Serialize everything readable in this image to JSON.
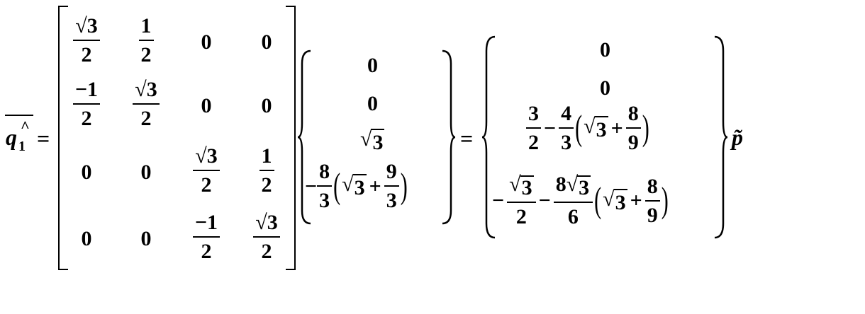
{
  "lhs": {
    "symbol": "q",
    "subscript": "1",
    "superscript": "^"
  },
  "equals": "=",
  "matrix": {
    "rows": [
      [
        {
          "type": "frac",
          "num": "√3",
          "den": "2"
        },
        {
          "type": "frac",
          "num": "1",
          "den": "2"
        },
        {
          "type": "text",
          "value": "0"
        },
        {
          "type": "text",
          "value": "0"
        }
      ],
      [
        {
          "type": "frac",
          "num": "−1",
          "den": "2"
        },
        {
          "type": "frac",
          "num": "√3",
          "den": "2"
        },
        {
          "type": "text",
          "value": "0"
        },
        {
          "type": "text",
          "value": "0"
        }
      ],
      [
        {
          "type": "text",
          "value": "0"
        },
        {
          "type": "text",
          "value": "0"
        },
        {
          "type": "frac",
          "num": "√3",
          "den": "2"
        },
        {
          "type": "frac",
          "num": "1",
          "den": "2"
        }
      ],
      [
        {
          "type": "text",
          "value": "0"
        },
        {
          "type": "text",
          "value": "0"
        },
        {
          "type": "frac",
          "num": "−1",
          "den": "2"
        },
        {
          "type": "frac",
          "num": "√3",
          "den": "2"
        }
      ]
    ]
  },
  "vector": {
    "r1": "0",
    "r2": "0",
    "r3": "3",
    "r4": {
      "minus": "−",
      "coef_num": "8",
      "coef_den": "3",
      "radicand": "3",
      "plus": "+",
      "frac_num": "9",
      "frac_den": "3"
    }
  },
  "result": {
    "r1": "0",
    "r2": "0",
    "r3": {
      "a_num": "3",
      "a_den": "2",
      "minus": "−",
      "coef_num": "4",
      "coef_den": "3",
      "radicand": "3",
      "plus": "+",
      "frac_num": "8",
      "frac_den": "9"
    },
    "r4": {
      "minus1": "−",
      "a_num": "3",
      "a_den": "2",
      "minus2": "−",
      "coef_num": "8",
      "coef_radicand": "3",
      "coef_den": "6",
      "radicand": "3",
      "plus": "+",
      "frac_num": "8",
      "frac_den": "9"
    }
  },
  "suffix": "p̃"
}
